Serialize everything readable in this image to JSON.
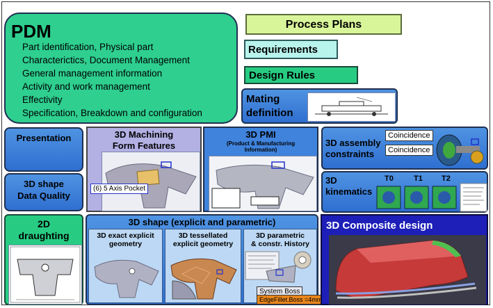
{
  "pdm": {
    "title": "PDM",
    "items": [
      "Part identification, Physical part",
      "Characterictics, Document Management",
      "General management information",
      "Activity and work management",
      "Effectivity",
      "Specification, Breakdown and configuration"
    ]
  },
  "process_plans": "Process Plans",
  "requirements": "Requirements",
  "design_rules": "Design Rules",
  "mating": {
    "title": "Mating definition",
    "line1": "Mating",
    "line2": "definition"
  },
  "presentation": "Presentation",
  "shape_quality": {
    "line1": "3D shape",
    "line2": "Data Quality"
  },
  "machining": {
    "line1": "3D Machining",
    "line2": "Form Features",
    "callout": "(6) 5 Axis Pocket"
  },
  "pmi": {
    "title": "3D PMI",
    "subtitle_line1": "(Product & Manufacturing",
    "subtitle_line2": "Information)"
  },
  "assembly": {
    "line1": "3D assembly",
    "line2": "constraints",
    "callout1": "Coincidence",
    "callout2": "Coincidence"
  },
  "kinematics": {
    "line1": "3D",
    "line2": "kinematics",
    "labels": [
      "T0",
      "T1",
      "T2"
    ]
  },
  "draughting": {
    "line1": "2D",
    "line2": "draughting"
  },
  "shape": {
    "title": "3D shape (explicit and parametric)",
    "exact": {
      "line1": "3D exact explicit",
      "line2": "geometry"
    },
    "tess": {
      "line1": "3D tessellated",
      "line2": "explicit geometry"
    },
    "param": {
      "line1": "3D parametric",
      "line2": "& constr. History",
      "callout1": "System Boss",
      "callout2": "EdgeFillet.Boss =4mm"
    }
  },
  "composite": "3D Composite design",
  "colors": {
    "pdm_green": "#2ecf8f",
    "process_plans": "#d9f59a",
    "requirements": "#b8f3ec",
    "design_rules": "#27cc82",
    "blue_box": "#3f83dc",
    "lavender": "#b3b0e4",
    "composite": "#1d1fb8",
    "callout_orange": "#e9861c"
  }
}
